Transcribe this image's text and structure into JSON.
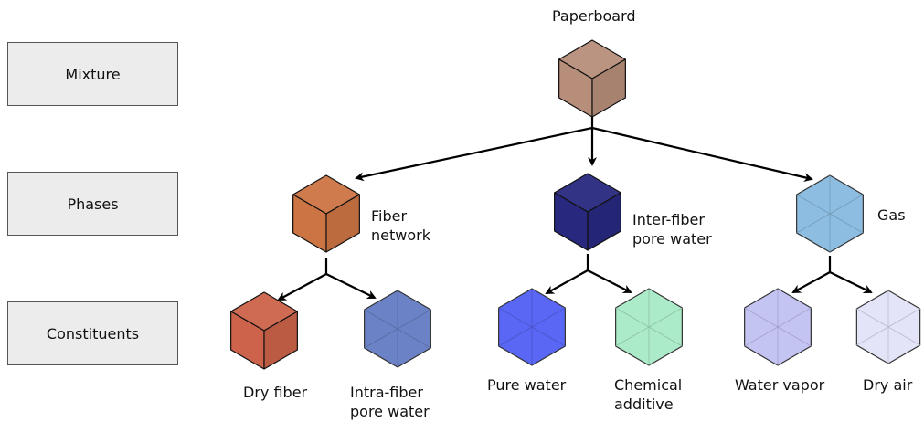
{
  "levels": {
    "mixture": "Mixture",
    "phases": "Phases",
    "constituents": "Constituents"
  },
  "nodes": {
    "paperboard": {
      "label": "Paperboard",
      "color": "#b68e79"
    },
    "fiber_network": {
      "label_line1": "Fiber",
      "label_line2": "network",
      "color": "#cc7444"
    },
    "inter_fiber": {
      "label_line1": "Inter-fiber",
      "label_line2": "pore water",
      "color": "#28287f"
    },
    "gas": {
      "label": "Gas",
      "color": "#8dbde0"
    },
    "dry_fiber": {
      "label": "Dry fiber",
      "color": "#cc634a"
    },
    "intra_fiber": {
      "label_line1": "Intra-fiber",
      "label_line2": "pore water",
      "color": "#6b82c6"
    },
    "pure_water": {
      "label": "Pure water",
      "color": "#5a66f4"
    },
    "chemical_additive": {
      "label_line1": "Chemical",
      "label_line2": "additive",
      "color": "#acebc9"
    },
    "water_vapor": {
      "label": "Water vapor",
      "color": "#c4c4f3"
    },
    "dry_air": {
      "label": "Dry air",
      "color": "#e4e4f9"
    }
  }
}
